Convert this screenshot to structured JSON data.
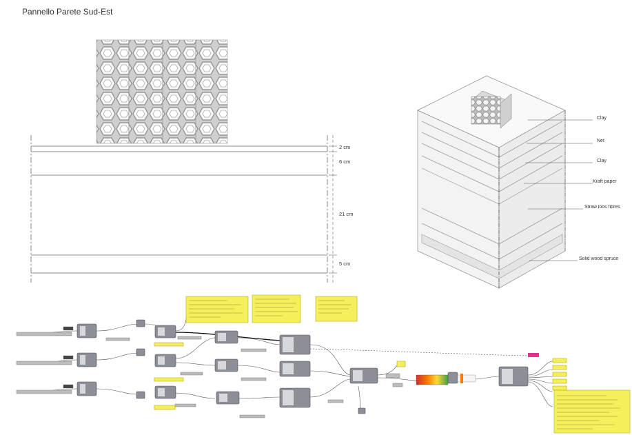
{
  "title": "Pannello Parete Sud-Est",
  "section": {
    "dimensions": [
      {
        "label": "2 cm"
      },
      {
        "label": "6 cm"
      },
      {
        "label": "21 cm"
      },
      {
        "label": "5 cm"
      }
    ]
  },
  "axonometric": {
    "layers": [
      {
        "label": "Clay"
      },
      {
        "label": "Net"
      },
      {
        "label": "Clay"
      },
      {
        "label": "Kraft paper"
      },
      {
        "label": "Straw loos fibres"
      },
      {
        "label": "Solid wood spruce"
      }
    ]
  },
  "colors": {
    "note_yellow": "#f4ef5a",
    "node_grey": "#8d8f96",
    "accent_pink": "#e0358f",
    "gradient": [
      "#d32f2f",
      "#f57c00",
      "#fdd835",
      "#43a047"
    ]
  }
}
